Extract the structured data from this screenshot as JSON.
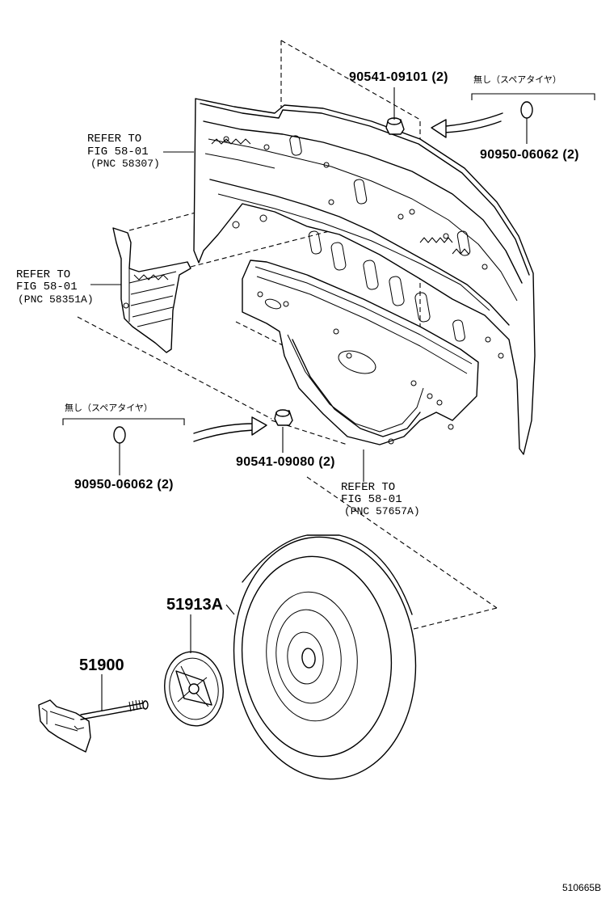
{
  "labels": {
    "clip_upper": "90541-09101 (2)",
    "clip_upper_note": "無し（スペアタイヤ）",
    "plug_upper": "90950-06062 (2)",
    "refer_upper": [
      "REFER TO",
      "FIG 58-01",
      "(PNC 58307)"
    ],
    "refer_left": [
      "REFER TO",
      "FIG 58-01",
      "(PNC 58351A)"
    ],
    "plug_lower_note": "無し（スペアタイヤ）",
    "plug_lower": "90950-06062 (2)",
    "clip_lower": "90541-09080 (2)",
    "refer_lower": [
      "REFER TO",
      "FIG 58-01",
      "(PNC 57657A)"
    ],
    "part_cover": "51913A",
    "part_bolt": "51900",
    "drawing_code": "510665B"
  },
  "icons": [
    "floor-panel-drawing",
    "side-panel-drawing",
    "spare-wheel-drawing",
    "wheel-cover-drawing",
    "hold-down-bolt-drawing",
    "clip-icon",
    "plug-icon",
    "arrow-icon"
  ]
}
